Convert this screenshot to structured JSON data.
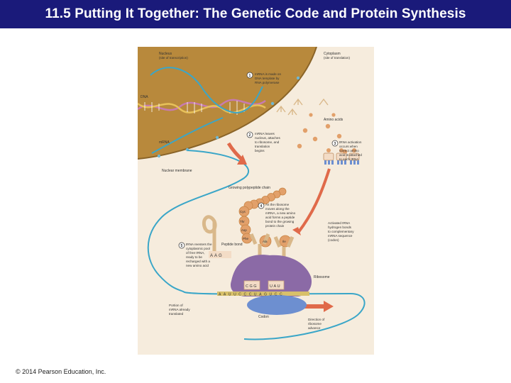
{
  "slide": {
    "title": "11.5 Putting It Together: The Genetic Code and Protein Synthesis",
    "copyright": "© 2014 Pearson Education, Inc."
  },
  "colors": {
    "title_bg": "#1a1a7a",
    "nucleus": "#b8893c",
    "cytoplasm": "#f6ecdd",
    "mrna": "#3aa6c8",
    "ribosome_large": "#8b6aa6",
    "ribosome_small": "#6d8fd0",
    "arrow": "#e06a4a",
    "amino_acid": "#e2a06a"
  },
  "figure": {
    "labels": {
      "nucleus": "Nucleus",
      "nucleus_sub": "(site of transcription)",
      "cytoplasm": "Cytoplasm",
      "cytoplasm_sub": "(site of translation)",
      "dna": "DNA",
      "mrna": "mRNA",
      "nuclear_membrane": "Nuclear membrane",
      "amino_acids": "Amino acids",
      "growing_chain": "Growing polypeptide chain",
      "peptide_bond": "Peptide bond",
      "ribosome": "Ribosome",
      "codon": "Codon",
      "portion_mrna_1": "Portion of",
      "portion_mrna_2": "mRNA already",
      "portion_mrna_3": "translated",
      "direction_1": "Direction of",
      "direction_2": "ribosome",
      "direction_3": "advance",
      "activated_1": "Activated tRNA",
      "activated_2": "hydrogen bonds",
      "activated_3": "to complementary",
      "activated_4": "mRNA sequence",
      "activated_5": "(codon)"
    },
    "steps": {
      "s1_num": "1",
      "s1_l1": "mRNA is made on",
      "s1_l2": "DNA template by",
      "s1_l3": "RNA polymerase",
      "s2_num": "2",
      "s2_l1": "mRNA leaves",
      "s2_l2": "nucleus, attaches",
      "s2_l3": "to ribosome, and",
      "s2_l4": "translation",
      "s2_l5": "begins",
      "s3_num": "3",
      "s3_l1": "tRNA activation",
      "s3_l2": "occurs when",
      "s3_l3": "correct amino",
      "s3_l4": "acid is attached",
      "s3_l5": "to each tRNA",
      "s4_num": "4",
      "s4_l1": "As the ribosome",
      "s4_l2": "moves along the",
      "s4_l3": "mRNA, a new amino",
      "s4_l4": "acid forms a peptide",
      "s4_l5": "bond to the growing",
      "s4_l6": "protein chain",
      "s5_num": "5",
      "s5_l1": "tRNA reenters the",
      "s5_l2": "cytoplasmic pool",
      "s5_l3": "of free tRNA,",
      "s5_l4": "ready to be",
      "s5_l5": "recharged with a",
      "s5_l6": "new amino acid"
    },
    "amino_acid_labels": {
      "cys": "Cys",
      "thr": "Thr",
      "asp": "Asp",
      "phe": "Phe",
      "ala": "Ala",
      "ile": "Ile"
    },
    "anticodons": {
      "released": "AAG",
      "left": "CGG",
      "right": "UAU"
    },
    "mrna_sequence": "AAUUCCCUAGUCC"
  }
}
